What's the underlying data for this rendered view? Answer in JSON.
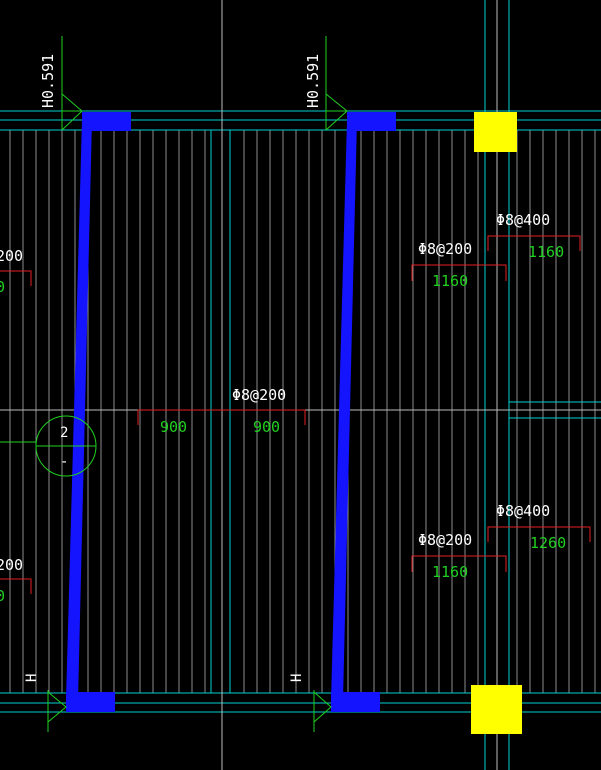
{
  "colors": {
    "background": "#000000",
    "cyan": "#00d8d8",
    "gray": "#9a9a9a",
    "red": "#e02020",
    "green": "#20d020",
    "white": "#ffffff",
    "blue": "#1414ff",
    "yellow": "#ffff00"
  },
  "elevation_labels": [
    "H0.591",
    "H0.591"
  ],
  "h_marks": [
    "H",
    "H"
  ],
  "section_marker": {
    "top": "2",
    "bottom": "-"
  },
  "rebar_center": {
    "spec": "Φ8@200",
    "left_len": "900",
    "right_len": "900"
  },
  "rebar_right_upper": [
    {
      "spec": "Φ8@200",
      "len": "1160"
    },
    {
      "spec": "Φ8@400",
      "len": "1160"
    }
  ],
  "rebar_right_lower": [
    {
      "spec": "Φ8@200",
      "len": "1160"
    },
    {
      "spec": "Φ8@400",
      "len": "1260"
    }
  ],
  "rebar_left_partial": [
    {
      "spec": "200",
      "len": "0"
    },
    {
      "spec": "200",
      "len": "0"
    }
  ]
}
